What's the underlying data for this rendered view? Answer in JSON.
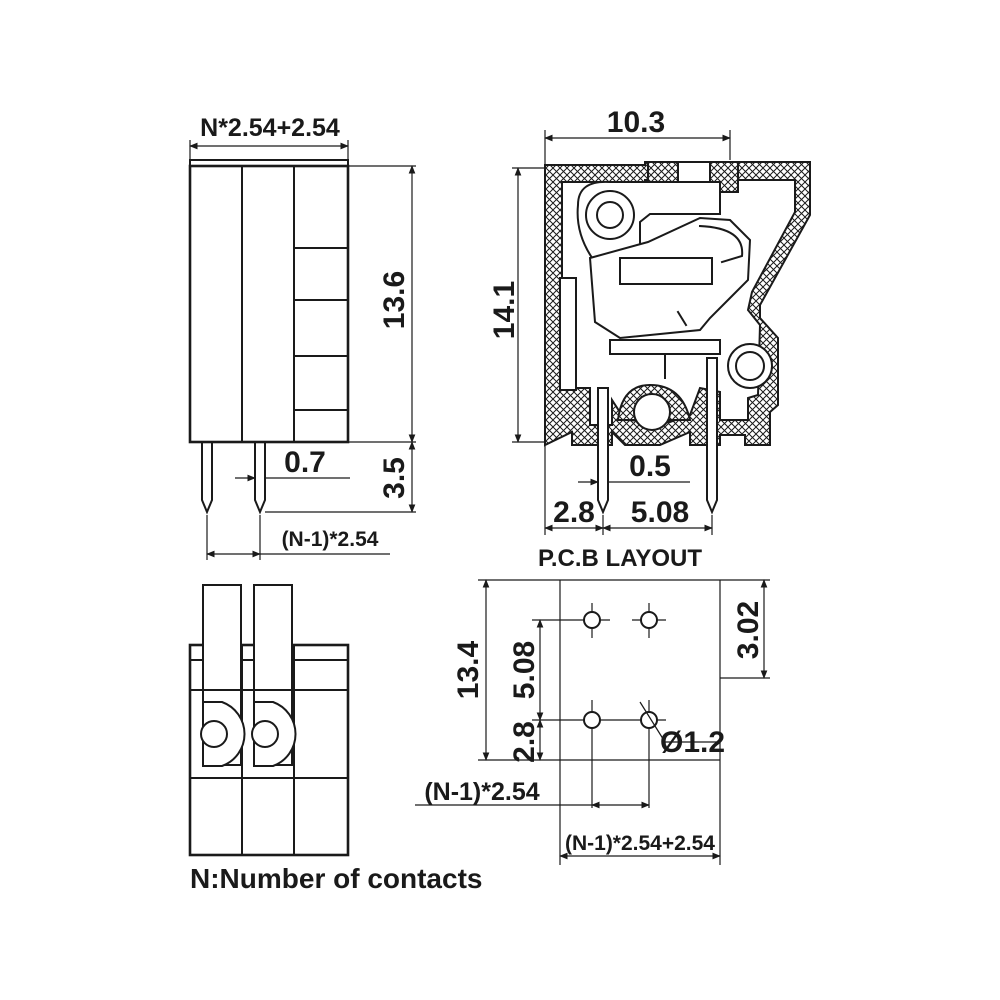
{
  "front_view": {
    "width_dim": "N*2.54+2.54",
    "height_dim": "13.6",
    "pin_dim": "0.7",
    "pin_length_dim": "3.5",
    "pitch_dim": "(N-1)*2.54"
  },
  "side_view": {
    "width_dim": "10.3",
    "height_dim": "14.1",
    "pin_dim": "0.5",
    "offset_dim": "2.8",
    "pitch_dim": "5.08"
  },
  "pcb_layout": {
    "title": "P.C.B LAYOUT",
    "height_dim": "13.4",
    "row_pitch_dim": "5.08",
    "bottom_offset_dim": "2.8",
    "right_offset_dim": "3.02",
    "hole_dim": "Ø1.2",
    "pitch_dim": "(N-1)*2.54",
    "total_dim": "(N-1)*2.54+2.54"
  },
  "note": "N:Number of contacts"
}
